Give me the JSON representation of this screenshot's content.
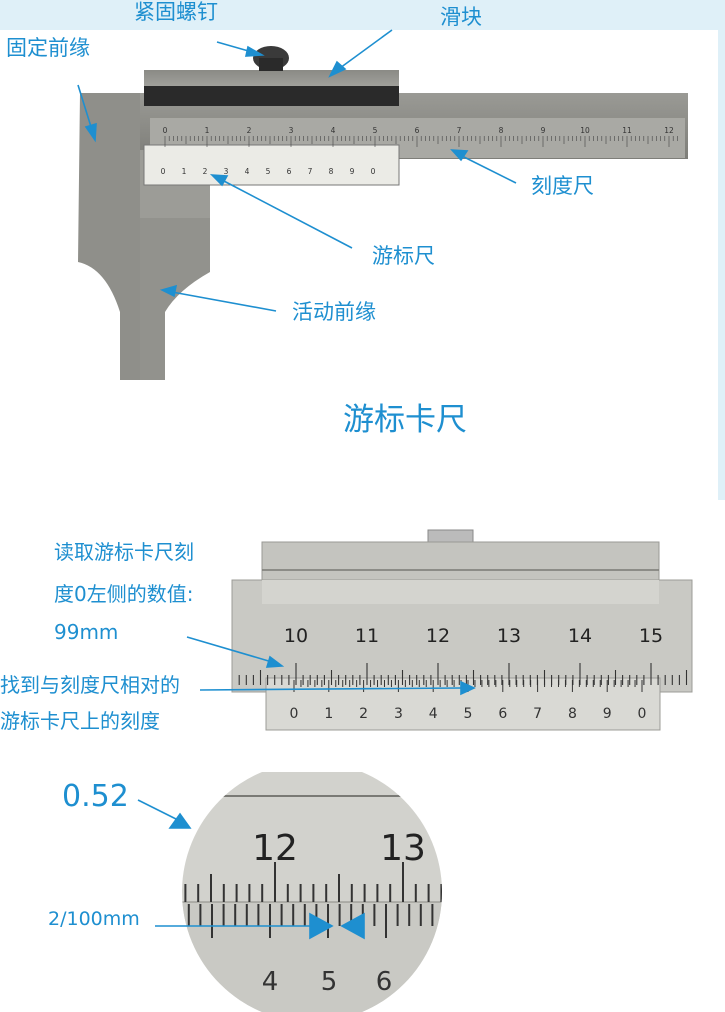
{
  "caliper_diagram": {
    "title": "游标卡尺",
    "labels": {
      "clamp_screw": "紧固螺钉",
      "slider": "滑块",
      "fixed_jaw": "固定前缘",
      "main_scale": "刻度尺",
      "vernier_scale": "游标尺",
      "movable_jaw": "活动前缘"
    },
    "main_scale_numbers": [
      "0",
      "1",
      "2",
      "3",
      "4",
      "5",
      "6",
      "7",
      "8",
      "9",
      "10",
      "11",
      "12"
    ],
    "vernier_numbers": [
      "0",
      "1",
      "2",
      "3",
      "4",
      "5",
      "6",
      "7",
      "8",
      "9",
      "0"
    ]
  },
  "reading_example": {
    "step1_lines": [
      "读取游标卡尺刻",
      "度0左侧的数值:",
      "99mm"
    ],
    "step2_lines": [
      "找到与刻度尺相对的",
      "游标卡尺上的刻度"
    ],
    "main_scale_numbers": [
      "10",
      "11",
      "12",
      "13",
      "14",
      "15"
    ],
    "vernier_numbers": [
      "0",
      "1",
      "2",
      "3",
      "4",
      "5",
      "6",
      "7",
      "8",
      "9",
      "0"
    ]
  },
  "zoom_detail": {
    "value": "0.52",
    "step_label": "2/100mm",
    "main_numbers": [
      "12",
      "13"
    ],
    "vernier_numbers": [
      "4",
      "5",
      "6"
    ]
  },
  "colors": {
    "accent": "#1e8fd0",
    "steel": "#8d8d88",
    "steel_light": "#c9c9c4"
  }
}
